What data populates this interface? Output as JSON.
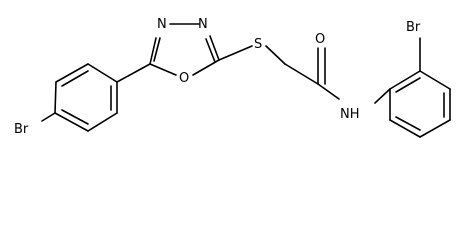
{
  "atom_labels": {
    "br_left": "Br",
    "n_top_left": "N",
    "n_top_right": "N",
    "o_ring": "O",
    "s_linker": "S",
    "o_carbonyl": "O",
    "br_right": "Br",
    "nh_amide": "NH"
  },
  "colors": {
    "bond": "#000000",
    "label": "#000000",
    "background": "#ffffff"
  }
}
